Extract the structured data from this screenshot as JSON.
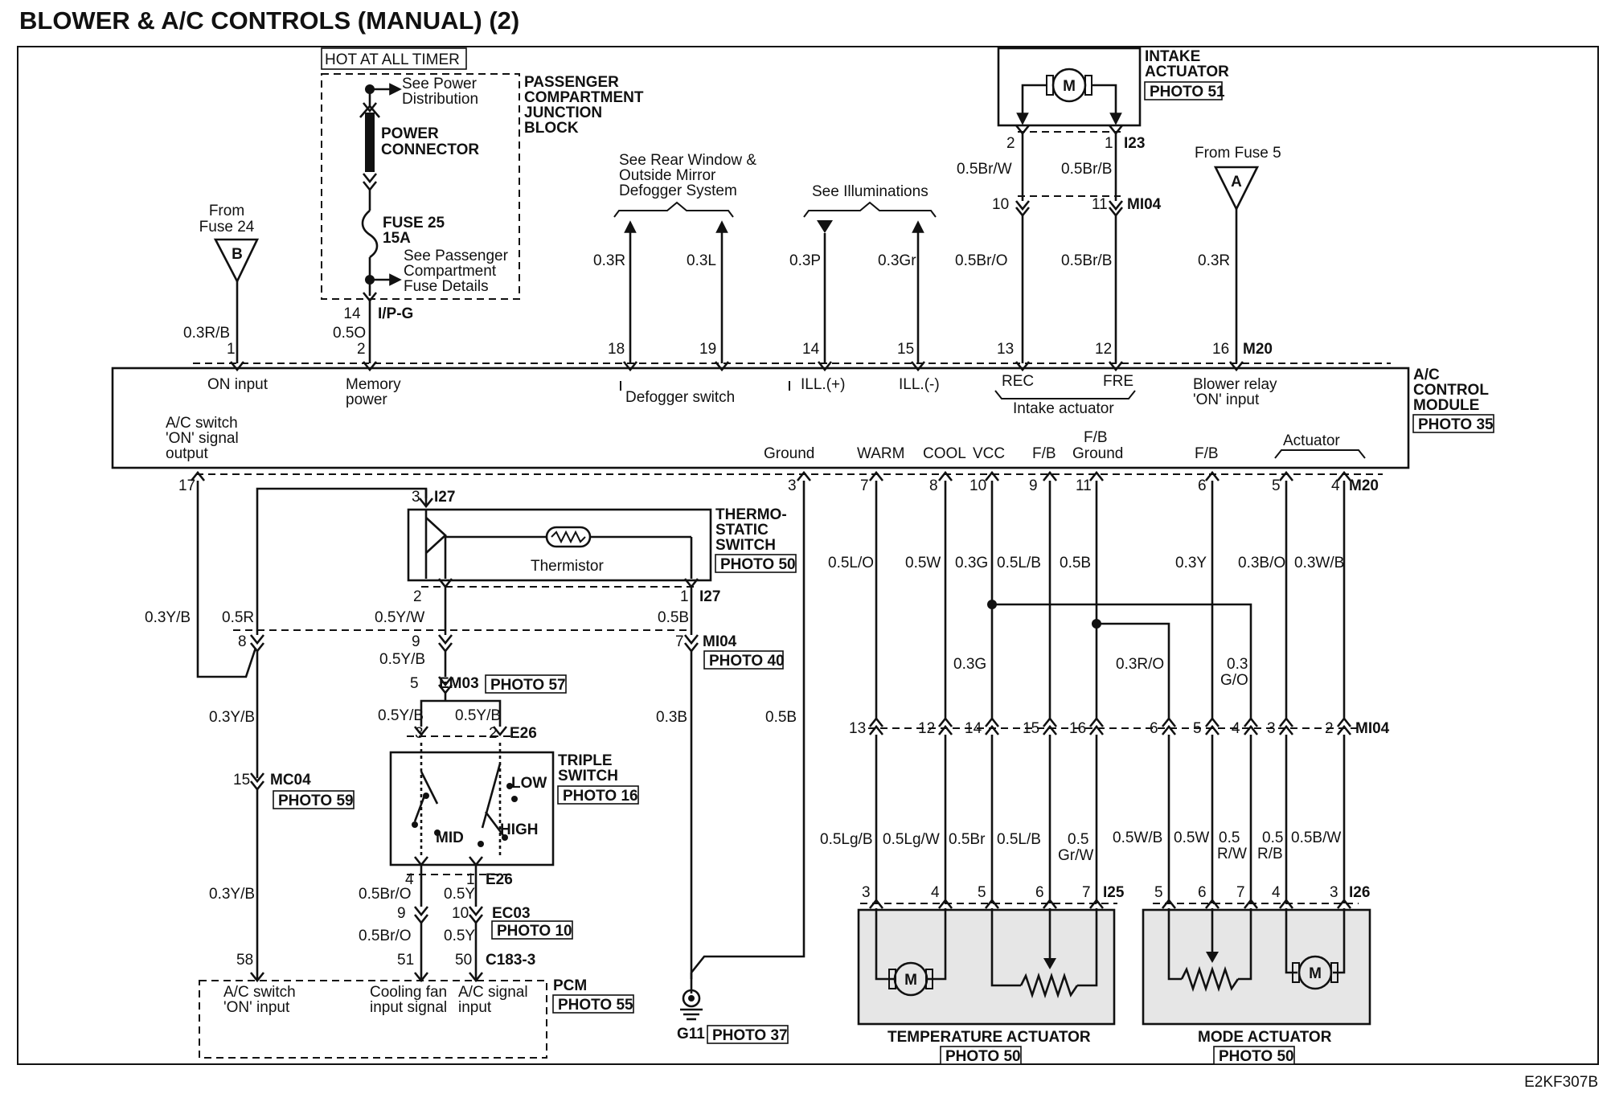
{
  "title": "BLOWER & A/C CONTROLS (MANUAL) (2)",
  "code": "E2KF307B",
  "junction_block": {
    "header": "HOT AT ALL TIMER",
    "name_lines": [
      "PASSENGER",
      "COMPARTMENT",
      "JUNCTION",
      "BLOCK"
    ],
    "see_power": [
      "See Power",
      "Distribution"
    ],
    "power_connector": [
      "POWER",
      "CONNECTOR"
    ],
    "fuse": [
      "FUSE 25",
      "15A"
    ],
    "see_fuse": [
      "See Passenger",
      "Compartment",
      "Fuse Details"
    ],
    "pin": "14",
    "connector": "I/P-G"
  },
  "fuse24": {
    "from": [
      "From",
      "Fuse 24"
    ],
    "letter": "B"
  },
  "fuse5": {
    "from": "From Fuse 5",
    "letter": "A"
  },
  "intake_actuator": {
    "name": [
      "INTAKE",
      "ACTUATOR"
    ],
    "photo": "PHOTO 51",
    "motor": "M",
    "connector": "I23",
    "pin_left": "2",
    "pin_right": "1"
  },
  "mi04_top": {
    "connector": "MI04",
    "pin_left": "10",
    "pin_right": "11"
  },
  "see_labels": {
    "rear_window": [
      "See Rear Window &",
      "Outside Mirror",
      "Defogger System"
    ],
    "illuminations": "See Illuminations"
  },
  "top_wires": [
    "0.3R/B",
    "0.5O",
    "0.3R",
    "0.3L",
    "0.3P",
    "0.3Gr",
    "0.5Br/W",
    "0.5Br/B",
    "0.5Br/O",
    "0.5Br/B",
    "0.3R"
  ],
  "module": {
    "name": [
      "A/C",
      "CONTROL",
      "MODULE"
    ],
    "photo": "PHOTO 35",
    "top_connector": "M20",
    "bottom_connector": "M20",
    "top_pins": [
      "1",
      "2",
      "18",
      "19",
      "14",
      "15",
      "13",
      "12",
      "16"
    ],
    "top_labels": [
      "ON input",
      "Memory",
      "power",
      "Defogger switch",
      "ILL.(+)",
      "ILL.(-)",
      "REC",
      "FRE",
      "Intake actuator",
      "Blower relay",
      "'ON' input"
    ],
    "ac_switch_label": [
      "A/C switch",
      "'ON' signal",
      "output"
    ],
    "bottom_labels": [
      "Ground",
      "WARM",
      "COOL",
      "VCC",
      "F/B",
      "F/B",
      "Ground",
      "F/B",
      "Actuator"
    ],
    "bottom_pins": [
      "17",
      "3",
      "7",
      "8",
      "10",
      "9",
      "11",
      "6",
      "5",
      "4"
    ]
  },
  "thermostatic_switch": {
    "name": [
      "THERMO-",
      "STATIC",
      "SWITCH"
    ],
    "photo": "PHOTO 50",
    "element": "Thermistor",
    "connector_top": "I27",
    "connector_bottom": "I27",
    "pin_top": "3",
    "pin_left": "2",
    "pin_right": "1"
  },
  "left_wires": [
    "0.3Y/B",
    "0.5R",
    "0.5Y/W",
    "0.5B",
    "0.5Y/B",
    "0.3Y/B",
    "0.3B",
    "0.5B",
    "0.3Y/B"
  ],
  "mi04_mid": {
    "connector": "MI04",
    "photo": "PHOTO 40",
    "pins": [
      "8",
      "9",
      "7"
    ]
  },
  "em03": {
    "pin": "5",
    "connector": "EM03",
    "photo": "PHOTO 57"
  },
  "triple_switch": {
    "name": [
      "TRIPLE",
      "SWITCH"
    ],
    "photo": "PHOTO 16",
    "connector": "E26",
    "connector_bottom": "E26",
    "pins_top": [
      "3",
      "2"
    ],
    "pins_bottom": [
      "4",
      "1"
    ],
    "wires_top": [
      "0.5Y/B",
      "0.5Y/B"
    ],
    "positions": [
      "LOW",
      "MID",
      "HIGH"
    ]
  },
  "mc04": {
    "pin": "15",
    "connector": "MC04",
    "photo": "PHOTO 59"
  },
  "ec03": {
    "connector": "EC03",
    "photo": "PHOTO 10",
    "pins": [
      "9",
      "10"
    ],
    "wires_top": [
      "0.5Br/O",
      "0.5Y"
    ],
    "wires_bottom": [
      "0.5Br/O",
      "0.5Y"
    ]
  },
  "pcm": {
    "name": "PCM",
    "photo": "PHOTO 55",
    "connector": "C183-3",
    "pins": [
      "58",
      "51",
      "50"
    ],
    "labels": [
      "A/C switch",
      "'ON' input",
      "Cooling fan",
      "input signal",
      "A/C signal",
      "input"
    ]
  },
  "ground": {
    "name": "G11",
    "photo": "PHOTO 37"
  },
  "right_wires": [
    "0.5L/O",
    "0.5W",
    "0.3G",
    "0.5L/B",
    "0.5B",
    "0.3Y",
    "0.3B/O",
    "0.3W/B",
    "0.3G",
    "0.3R/O",
    "0.3",
    "G/O"
  ],
  "mi04_low": {
    "connector": "MI04",
    "pins": [
      "13",
      "12",
      "14",
      "15",
      "16",
      "6",
      "5",
      "4",
      "3",
      "2"
    ]
  },
  "lower_wires": [
    "0.5Lg/B",
    "0.5Lg/W",
    "0.5Br",
    "0.5L/B",
    "0.5",
    "Gr/W",
    "0.5W/B",
    "0.5W",
    "0.5",
    "R/W",
    "0.5",
    "R/B",
    "0.5B/W"
  ],
  "temperature_actuator": {
    "name": "TEMPERATURE ACTUATOR",
    "photo": "PHOTO 50",
    "connector": "I25",
    "pins": [
      "3",
      "4",
      "5",
      "6",
      "7"
    ],
    "motor": "M"
  },
  "mode_actuator": {
    "name": "MODE ACTUATOR",
    "photo": "PHOTO 50",
    "connector": "I26",
    "pins": [
      "5",
      "6",
      "7",
      "4",
      "3"
    ],
    "motor": "M"
  }
}
